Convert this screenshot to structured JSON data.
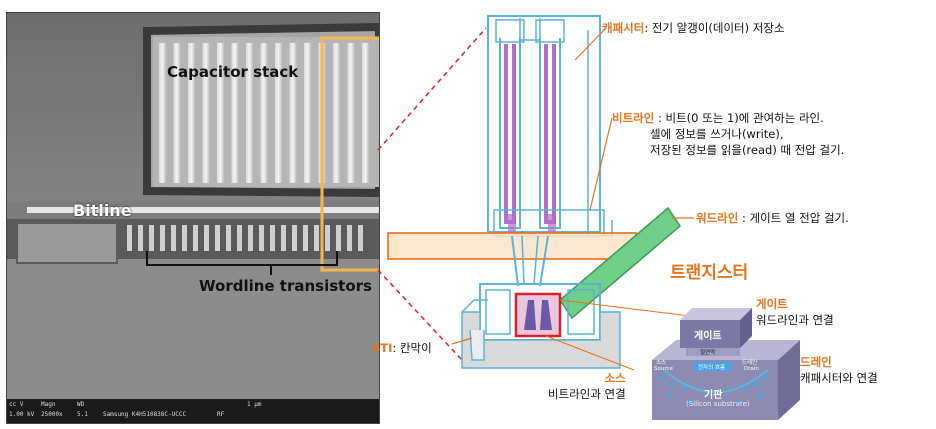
{
  "sem": {
    "capacitor_label": "Capacitor stack",
    "bitline_label": "Bitline",
    "wordline_label": "Wordline transistors",
    "meta": [
      "cc V",
      "Magn",
      "WD",
      "1 μm",
      "1.00 kV",
      "25000x",
      "5.1",
      "Samsung K4H510838C-UCCC",
      "RF"
    ]
  },
  "annotations": {
    "capacitor": {
      "key": "캐패시터",
      "text": ": 전기 알갱이(데이터) 저장소"
    },
    "bitline": {
      "key": "비트라인",
      "lines": [
        " : 비트(0 또는 1)에 관여하는 라인.",
        "셀에 정보를 쓰거나(write),",
        "저장된 정보를 읽을(read) 때 전압 걸기."
      ]
    },
    "wordline": {
      "key": "워드라인",
      "text": " : 게이트 열 전압 걸기."
    },
    "sti": {
      "key": "STI",
      "text": ": 칸막이"
    }
  },
  "transistor": {
    "title": "트랜지스터",
    "gate_box": "게이트",
    "insulator": "절연막",
    "source_small": "소스",
    "source_small_en": "Source",
    "drain_small": "드레인",
    "drain_small_en": "Drain",
    "channel": "전자의 흐름",
    "substrate": "기판",
    "substrate_en": "(Silicon substrate)",
    "gate_key": "게이트",
    "gate_desc": "워드라인과 연결",
    "drain_key": "드레인",
    "drain_desc": "캐패시터와 연결",
    "source_key": "소스",
    "source_desc": "비트라인과 연결"
  },
  "colors": {
    "accent": "#e8741e",
    "cell_line": "#5ab4d8",
    "capacitor": "#b06fc8",
    "wordline": "#6fd08a",
    "highlight": "#f4b64a",
    "cut_box": "#d8212a"
  }
}
